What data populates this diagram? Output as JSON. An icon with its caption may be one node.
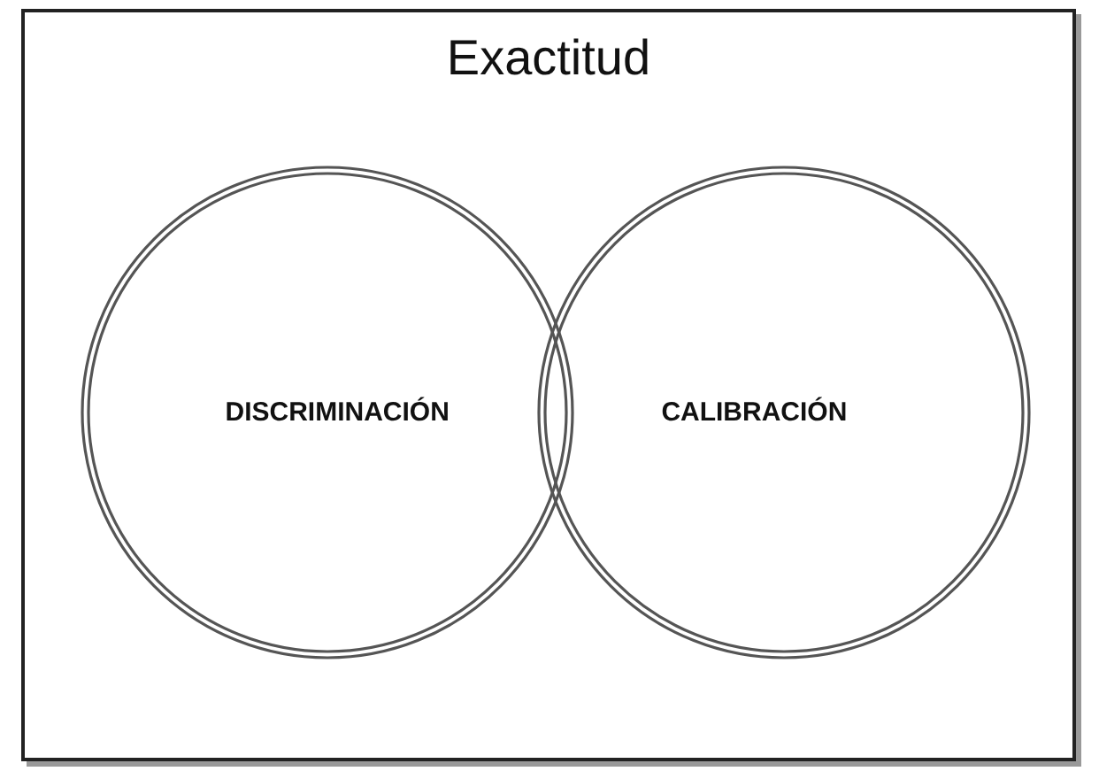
{
  "diagram": {
    "nodes": [
      {
        "text": [
          "Exactitud"
        ]
      },
      {
        "text": [
          "DISCRIMINACIÓN"
        ],
        "in": 0
      },
      {
        "text": [
          "CALIBRACIÓN"
        ],
        "in": 0
      }
    ]
  }
}
